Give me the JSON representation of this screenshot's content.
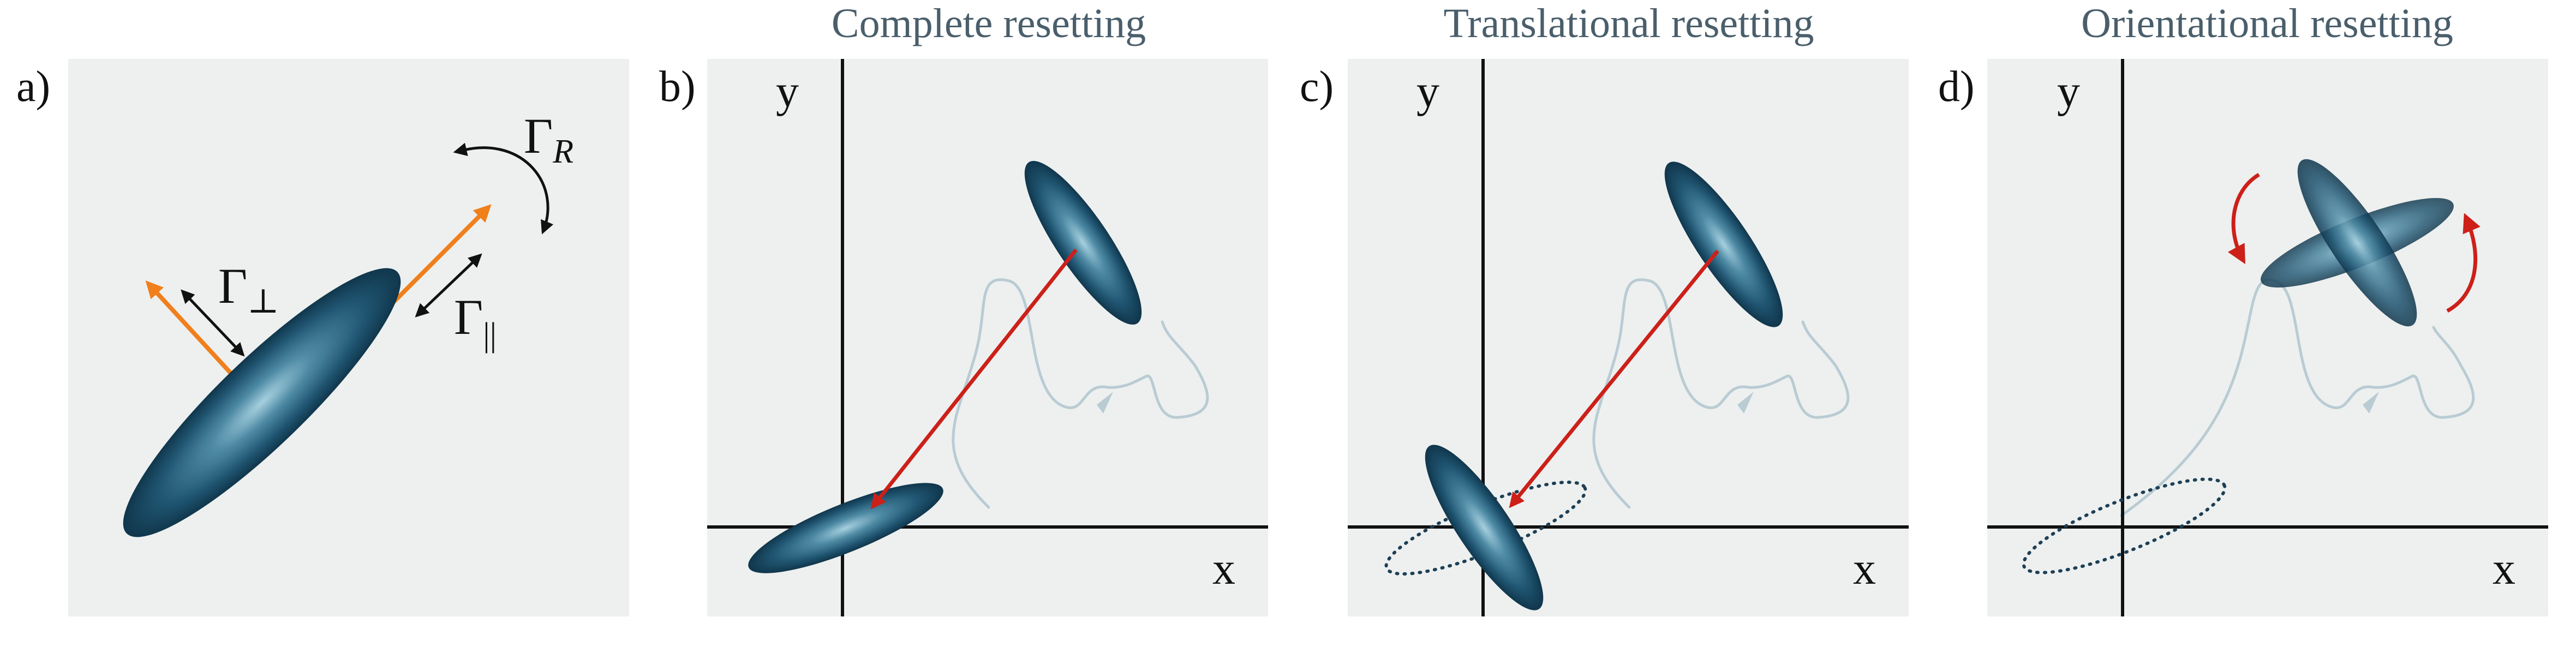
{
  "panels": [
    {
      "letter": "a)",
      "title": ""
    },
    {
      "letter": "b)",
      "title": "Complete resetting"
    },
    {
      "letter": "c)",
      "title": "Translational resetting"
    },
    {
      "letter": "d)",
      "title": "Orientational resetting"
    }
  ],
  "axes": {
    "x_label": "x",
    "y_label": "y"
  },
  "diffusion_labels": {
    "rotational": {
      "symbol": "Γ",
      "subscript": "R"
    },
    "perpendicular": {
      "symbol": "Γ",
      "subscript": "⊥"
    },
    "parallel": {
      "symbol": "Γ",
      "subscript": "||"
    }
  },
  "colors": {
    "panel_background": "#edf0ef",
    "particle_dark": "#14405a",
    "particle_light": "#9fcbdb",
    "body_axis_arrow": "#f07f1c",
    "reset_arrow": "#cc2019",
    "trail": "#b9cbd3",
    "title": "#4a5e6b"
  }
}
